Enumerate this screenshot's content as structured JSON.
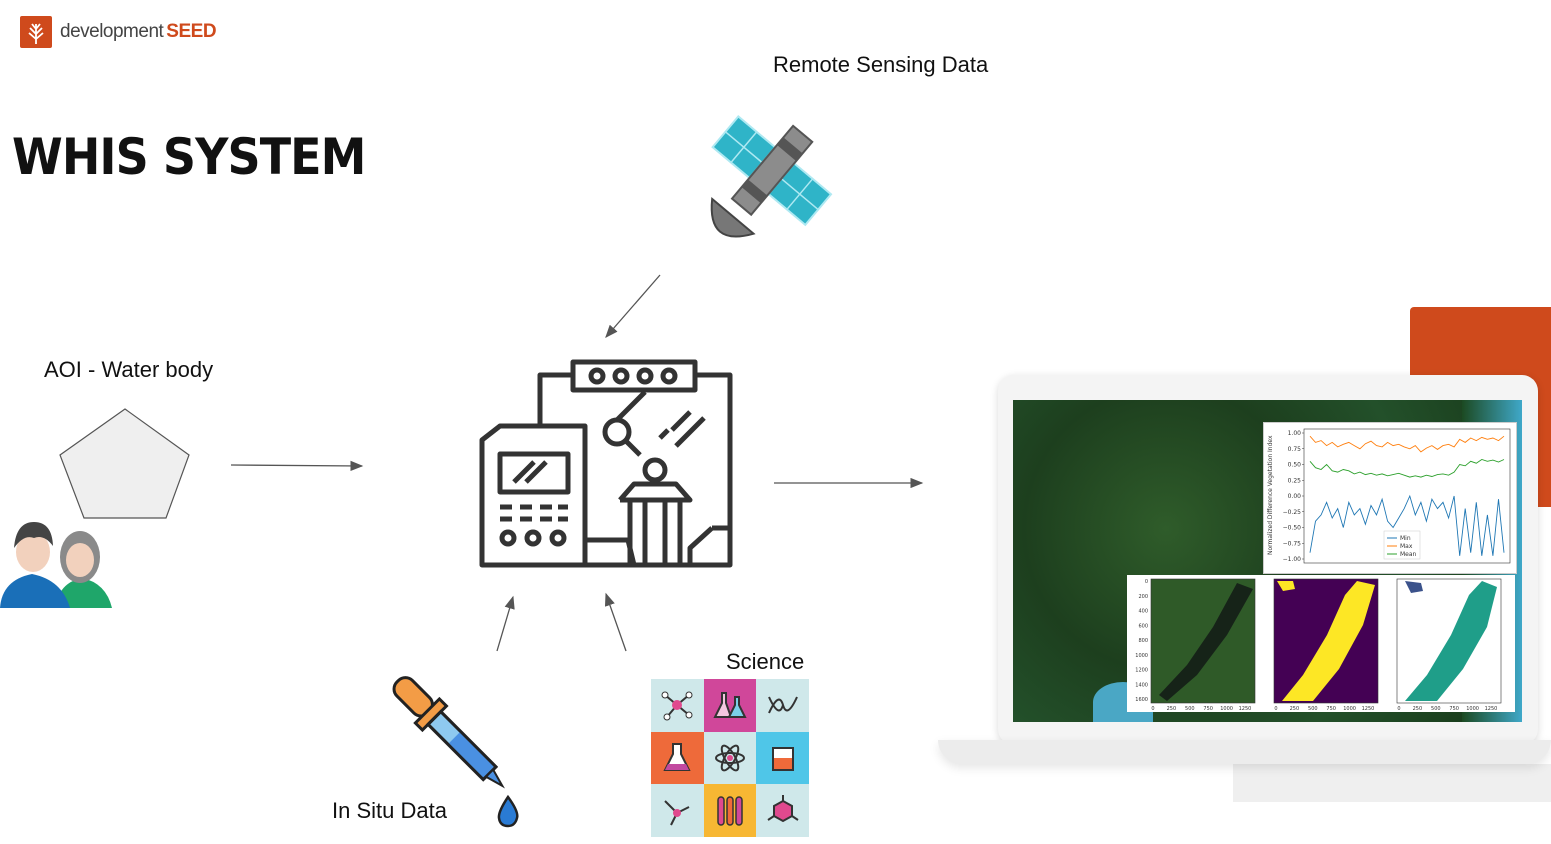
{
  "logo": {
    "text_main": "development",
    "text_accent": "SEED"
  },
  "title": "WHIS SYSTEM",
  "labels": {
    "remote_sensing": "Remote Sensing Data",
    "aoi": "AOI - Water body",
    "in_situ": "In Situ Data",
    "science": "Science"
  },
  "colors": {
    "brand": "#cf4a1c",
    "processor_stroke": "#333333",
    "arrow": "#555555"
  },
  "chart_data": {
    "type": "line",
    "title": "",
    "xlabel": "",
    "ylabel": "Normalized Difference Vegetation Index",
    "ylim": [
      -1.0,
      1.0
    ],
    "yticks": [
      "1.00",
      "0.75",
      "0.50",
      "0.25",
      "0.00",
      "−0.25",
      "−0.50",
      "−0.75",
      "−1.00"
    ],
    "legend_placement": "lower-center",
    "series": [
      {
        "name": "Min",
        "color": "#1f77b4",
        "values": [
          -0.9,
          -0.4,
          -0.3,
          -0.1,
          -0.35,
          -0.2,
          -0.5,
          -0.1,
          -0.3,
          -0.2,
          -0.45,
          -0.15,
          -0.3,
          -0.05,
          -0.4,
          -0.5,
          -0.35,
          -0.2,
          0.0,
          -0.3,
          -0.1,
          -0.4,
          -0.05,
          -0.2,
          -0.1,
          -0.35,
          0.0,
          -0.95,
          -0.2,
          -0.9,
          -0.1,
          -0.95,
          -0.3,
          -0.95,
          -0.05,
          -0.9
        ]
      },
      {
        "name": "Max",
        "color": "#ff7f0e",
        "values": [
          0.95,
          0.85,
          0.88,
          0.8,
          0.85,
          0.78,
          0.82,
          0.85,
          0.8,
          0.75,
          0.83,
          0.87,
          0.8,
          0.78,
          0.85,
          0.8,
          0.82,
          0.78,
          0.75,
          0.8,
          0.7,
          0.76,
          0.8,
          0.74,
          0.8,
          0.82,
          0.78,
          0.9,
          0.85,
          0.92,
          0.88,
          0.93,
          0.9,
          0.92,
          0.88,
          0.95
        ]
      },
      {
        "name": "Mean",
        "color": "#2ca02c",
        "values": [
          0.55,
          0.45,
          0.42,
          0.5,
          0.4,
          0.38,
          0.42,
          0.4,
          0.35,
          0.38,
          0.34,
          0.36,
          0.33,
          0.35,
          0.32,
          0.34,
          0.36,
          0.33,
          0.3,
          0.32,
          0.3,
          0.33,
          0.31,
          0.34,
          0.35,
          0.33,
          0.38,
          0.5,
          0.48,
          0.55,
          0.52,
          0.58,
          0.55,
          0.57,
          0.54,
          0.58
        ]
      }
    ]
  },
  "map_axes": {
    "yticks": [
      "0",
      "200",
      "400",
      "600",
      "800",
      "1000",
      "1200",
      "1400",
      "1600"
    ],
    "xticks": [
      "0",
      "250",
      "500",
      "750",
      "1000",
      "1250"
    ]
  }
}
